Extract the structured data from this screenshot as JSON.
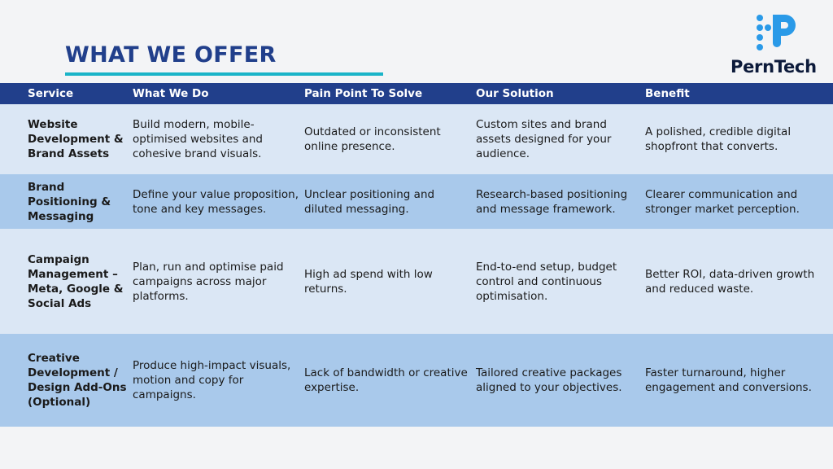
{
  "title": "WHAT WE OFFER",
  "logo": {
    "name": "PernTech"
  },
  "colors": {
    "header": "#213f8b",
    "accent": "#1ab4c8",
    "row_light": "#dbe7f5",
    "row_dark": "#a9c9eb"
  },
  "table": {
    "headers": [
      "Service",
      "What We Do",
      "Pain Point To Solve",
      "Our Solution",
      "Benefit"
    ],
    "rows": [
      [
        "Website Development & Brand Assets",
        "Build modern, mobile-optimised websites and cohesive brand visuals.",
        "Outdated or inconsistent online presence.",
        "Custom sites and brand assets designed for your audience.",
        "A polished, credible digital shopfront that converts."
      ],
      [
        "Brand Positioning & Messaging",
        "Define your value proposition, tone and key messages.",
        "Unclear positioning and diluted messaging.",
        "Research-based positioning and message framework.",
        "Clearer communication and stronger market perception."
      ],
      [
        "Campaign Management – Meta, Google & Social Ads",
        "Plan, run and optimise paid campaigns across major platforms.",
        "High ad spend with low returns.",
        "End-to-end setup, budget control and continuous optimisation.",
        "Better ROI, data-driven growth and reduced waste."
      ],
      [
        "Creative Development / Design Add-Ons (Optional)",
        "Produce high-impact visuals, motion and copy for campaigns.",
        "Lack of bandwidth or creative expertise.",
        "Tailored creative packages aligned to your objectives.",
        "Faster turnaround, higher engagement and conversions."
      ]
    ]
  }
}
